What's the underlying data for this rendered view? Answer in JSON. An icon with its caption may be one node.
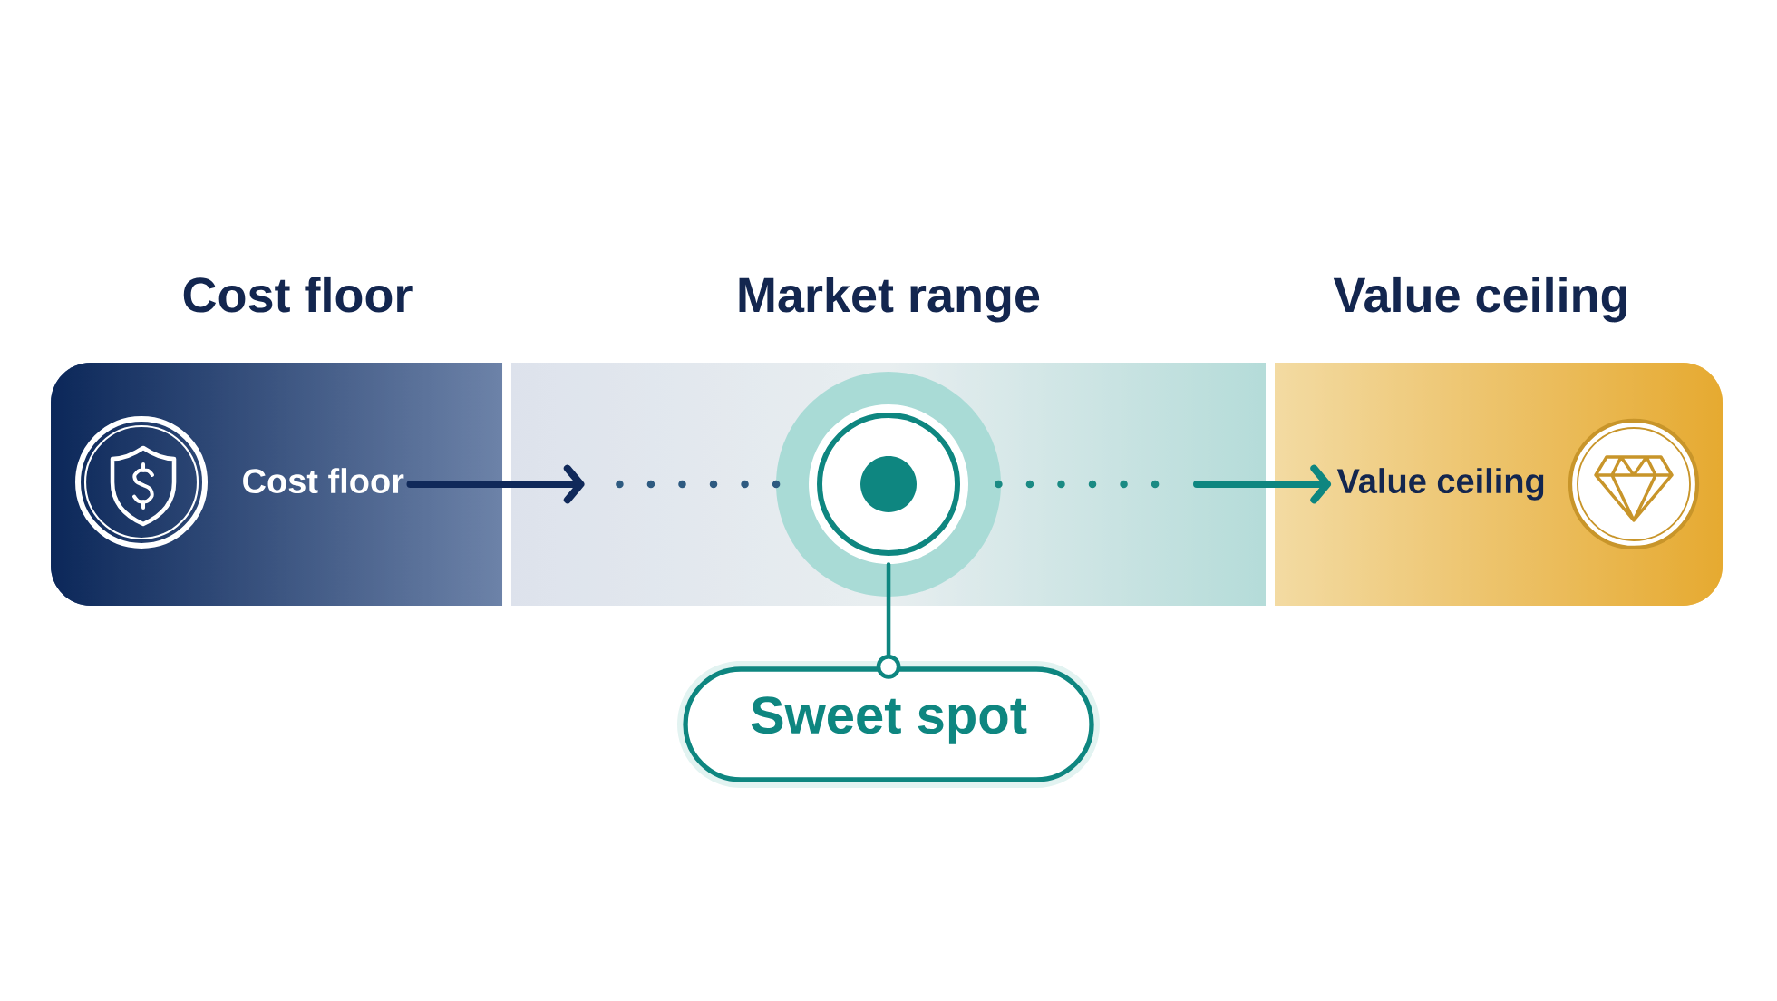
{
  "diagram": {
    "nodes": [
      {
        "text": [
          "Cost floor"
        ]
      },
      {
        "text": [
          "Cost floor"
        ],
        "in": 0
      },
      {
        "text": [
          "Market range"
        ]
      },
      {
        "text": [],
        "shape": "circle",
        "in": 2
      },
      {
        "text": [
          "Value ceiling"
        ]
      },
      {
        "text": [
          "Value ceiling"
        ],
        "in": 4
      },
      {
        "text": [
          "Sweet spot"
        ]
      }
    ],
    "edges": [
      {
        "from": 1,
        "to": null,
        "arrow": "to",
        "color": "#10295a"
      },
      {
        "from": null,
        "to": 5,
        "arrow": "to"
      },
      {
        "from": 3,
        "to": 6,
        "arrow": "other"
      }
    ]
  }
}
